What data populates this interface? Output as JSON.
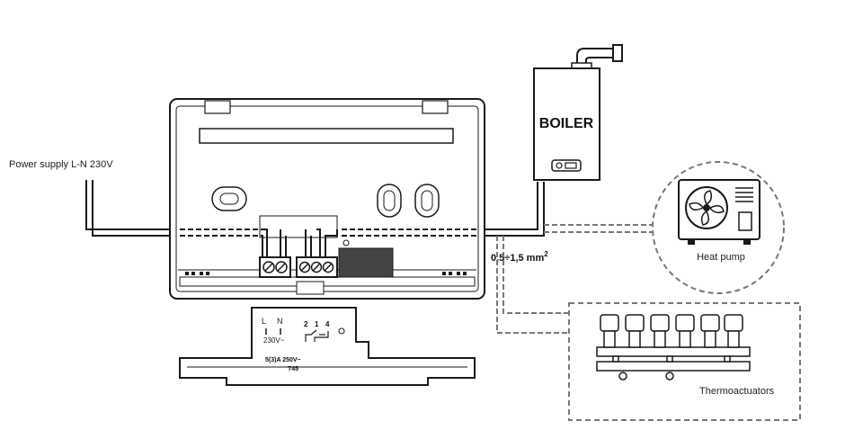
{
  "labels": {
    "power_supply": "Power supply L-N 230V",
    "boiler": "BOILER",
    "cable_section": "0,5÷1,5 mm",
    "cable_section_sup": "2",
    "heat_pump": "Heat pump",
    "thermoactuators": "Thermoactuators"
  },
  "terminal_cover": {
    "l": "L",
    "n": "N",
    "t2": "2",
    "t1": "1",
    "t4": "4",
    "voltage": "230V~",
    "rating": "5(3)A  250V~",
    "temp": "T45"
  },
  "colors": {
    "line": "#1a1a1a",
    "dash": "#777777",
    "relay": "#444444",
    "device_fill": "#ffffff"
  }
}
